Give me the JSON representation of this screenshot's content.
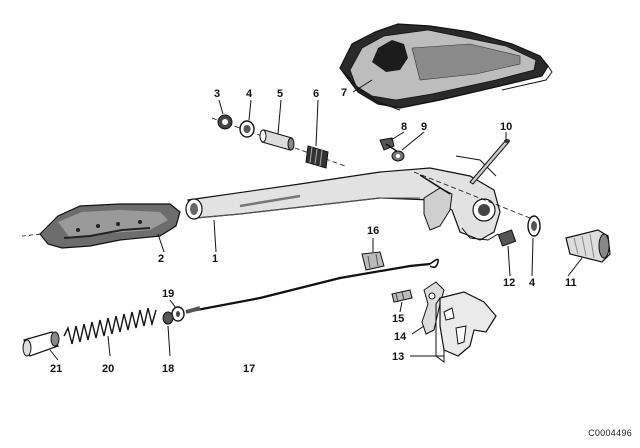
{
  "labels": {
    "p1": "1",
    "p2": "2",
    "p3": "3",
    "p4a": "4",
    "p4b": "4",
    "p5": "5",
    "p6": "6",
    "p7": "7",
    "p8": "8",
    "p9": "9",
    "p10": "10",
    "p11": "11",
    "p12": "12",
    "p13": "13",
    "p14": "14",
    "p15": "15",
    "p16": "16",
    "p17": "17",
    "p18": "18",
    "p19": "19",
    "p20": "20",
    "p21": "21"
  },
  "document_id": "C0004496"
}
